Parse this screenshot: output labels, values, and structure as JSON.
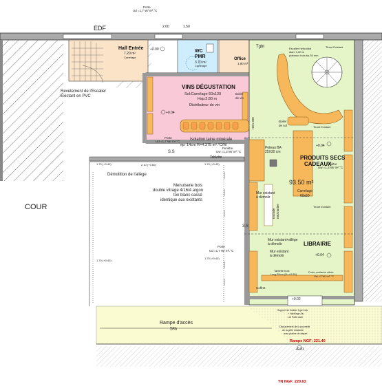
{
  "plan": {
    "top_porte": "Porte",
    "top_porte_ud": "Ud =1,7 W/ m².°C",
    "edf": "EDF",
    "dim_top_1": "2.60",
    "dim_top_2": "1.50",
    "hall": {
      "name": "Hall Entrée",
      "area": "7.20 m²",
      "floor": "Carrelage",
      "level": "+0.00"
    },
    "wc": {
      "name_1": "WC",
      "name_2": "PMR",
      "area": "3.70 m²",
      "floor": "Carrelage"
    },
    "office": {
      "name": "Office",
      "area": "1.80 m²"
    },
    "tgbt": "Tgbt",
    "escalier": [
      "Escalier hélicoïdal",
      "diam 1,80 m",
      "plateaux bois ép.35 mm"
    ],
    "tirant_existant": "Tirant Existant",
    "revetement": [
      "Revetement de l'Escalier",
      "Existant en PVC"
    ],
    "vins": {
      "name": "VINS DÉGUSTATION",
      "floor": "Sol:Carrelage 60x120",
      "hsp": "Hsp:2.80 m",
      "distributeur": "Distributeur de vin",
      "level": "+0.04",
      "boiler_1": "Boiler",
      "boiler_2": "de vin",
      "hsp_side": "Hsp: 2.80 m",
      "isolation_1": "Isolation laine minérale",
      "isolation_2": "ep: 14cm R=4.375 m².°C/W",
      "porte": "Porte",
      "porte_ud": "Ud =1,7 W/ m².°C",
      "fenetre": "Fenêtre",
      "fenetre_uw": "Uw =1,3 W/ m².°C",
      "ss": "S.S"
    },
    "tablette": "Tablette",
    "demolition": "Démolition de l'allège",
    "dims_small": [
      "1.70 (+0.40)",
      "1.70 (+0.40)",
      "2.10 (+0.60)",
      "1.70 (+0.40)",
      "1.70 (+0.40)"
    ],
    "cour": "COUR",
    "menuiserie": [
      "Menuiserie bois",
      "double vitrage 4/16/4 argon",
      "ton blanc cassé",
      "identique aux existants"
    ],
    "porte_cour": "Porte",
    "porte_cour_ud": "Ud =1,7 W/ m².°C",
    "produits": {
      "name_1": "PRODUITS SECS",
      "name_2": "CADEAUX",
      "area": "93.50 m²",
      "level": "+0.04",
      "poteau_1": "Poteau BA",
      "poteau_2": "25X30 cm",
      "boiler_1": "Boiler",
      "boiler_2": "de sol",
      "mur_existant_1": "Mur existant",
      "mur_existant_2": "à démolir",
      "carrelage_1": "Carrelage",
      "carrelage_2": "60x60",
      "estrade_1": "Estrade",
      "estrade_2": "mezzanine",
      "fenetre": "Fenêtre",
      "fenetre_uw": "Uw =1,3 W/ m².°C",
      "hea": "HEA 300"
    },
    "librairie": {
      "name": "LIBRAIRIE",
      "level": "+0.04",
      "mur_allege_1": "Mur existant+allège",
      "mur_allege_2": "à démolir",
      "mur_existant_1": "Mur existant",
      "mur_existant_2": "à démolir",
      "tablette_1": "Tablette bois",
      "tablette_2": "Larg:35cm (H=+0.80)",
      "porte_1": "Porte coulante vitrée",
      "porte_2": "Uw =2 W/ m².°C",
      "coffret": "Coffret",
      "ss": "3.S"
    },
    "entrance_level": "+0.02",
    "support": [
      "Support de fixation type bois",
      "+ Habillage Alu",
      "Lot Porte auto"
    ],
    "deplacement": [
      "Déplacement de la poumelle",
      "de la grille existante",
      "avec platine de départ"
    ],
    "rampe": {
      "name": "Rampe d'accès",
      "slope": "5%"
    },
    "rampe_ngf": "Rampe NGF: 221.40",
    "outside_level": "+0.01",
    "tn_ngf": "TN NGF: 220.63"
  }
}
